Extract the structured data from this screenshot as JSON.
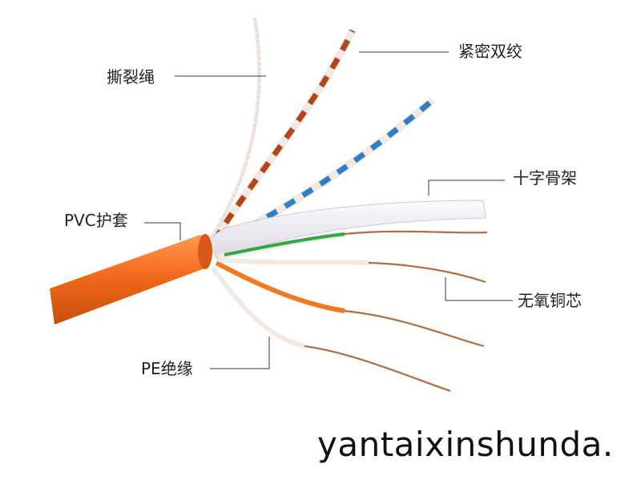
{
  "labels": {
    "rip_cord": "撕裂绳",
    "twisted_pair": "紧密双绞",
    "cross_filler": "十字骨架",
    "pvc_jacket": "PVC护套",
    "copper_core": "无氧铜芯",
    "pe_insulation": "PE绝缘"
  },
  "watermark": "yantaixinshunda.",
  "colors": {
    "jacket": "#f26a1b",
    "pair_brown": "#b5441c",
    "pair_blue": "#2f7fc8",
    "pair_green": "#2fa84a",
    "pair_orange": "#f07a22",
    "copper": "#b86a43",
    "white_wire": "#f1e9e2",
    "filler": "#ece9ee",
    "leader_line": "#333333"
  }
}
